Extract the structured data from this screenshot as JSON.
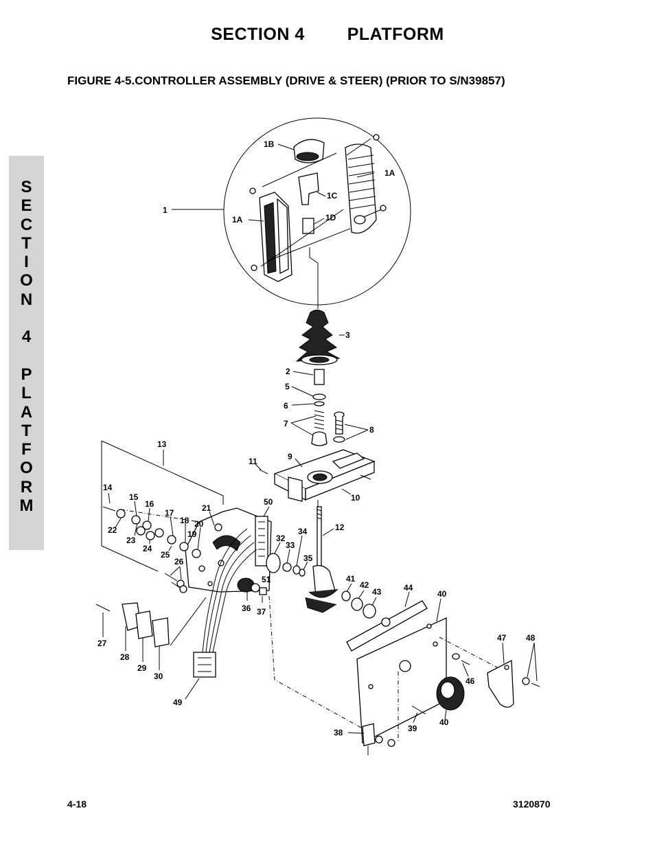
{
  "header": {
    "section": "SECTION 4",
    "name": "PLATFORM"
  },
  "figure": {
    "title": "FIGURE 4-5.CONTROLLER ASSEMBLY (DRIVE & STEER) (PRIOR TO S/N39857)"
  },
  "side_tab": [
    "S",
    "E",
    "C",
    "T",
    "I",
    "O",
    "N",
    " ",
    "4",
    " ",
    "P",
    "L",
    "A",
    "T",
    "F",
    "O",
    "R",
    "M"
  ],
  "labels": {
    "l1": "1",
    "l1A_left": "1A",
    "l1A_right": "1A",
    "l1B": "1B",
    "l1C": "1C",
    "l1D": "1D",
    "l2": "2",
    "l3": "3",
    "l5": "5",
    "l6": "6",
    "l7": "7",
    "l8": "8",
    "l9": "9",
    "l10": "10",
    "l11": "11",
    "l12": "12",
    "l13": "13",
    "l14": "14",
    "l15": "15",
    "l16": "16",
    "l17": "17",
    "l18": "18",
    "l19": "19",
    "l20": "20",
    "l21": "21",
    "l22": "22",
    "l23": "23",
    "l24": "24",
    "l25": "25",
    "l26": "26",
    "l27": "27",
    "l28": "28",
    "l29": "29",
    "l30": "30",
    "l32": "32",
    "l33": "33",
    "l34": "34",
    "l35": "35",
    "l36": "36",
    "l37": "37",
    "l38": "38",
    "l39": "39",
    "l40_top": "40",
    "l40_bottom": "40",
    "l41": "41",
    "l42": "42",
    "l43": "43",
    "l44": "44",
    "l46": "46",
    "l47": "47",
    "l48": "48",
    "l49": "49",
    "l50": "50",
    "l51": "51"
  },
  "footer": {
    "page_number": "4-18",
    "doc_number": "3120870"
  }
}
